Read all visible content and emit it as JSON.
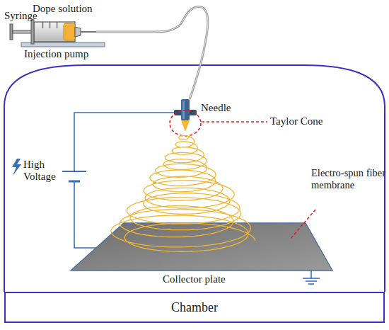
{
  "diagram": {
    "nodes": [
      {
        "text": [
          "Chamber"
        ]
      }
    ],
    "labels": [
      "Dope solution",
      "Syringe",
      "Injection pump",
      "Needle",
      "Taylor Cone",
      "High Voltage",
      "Electro-spun fiber membrane",
      "Collector plate"
    ]
  }
}
